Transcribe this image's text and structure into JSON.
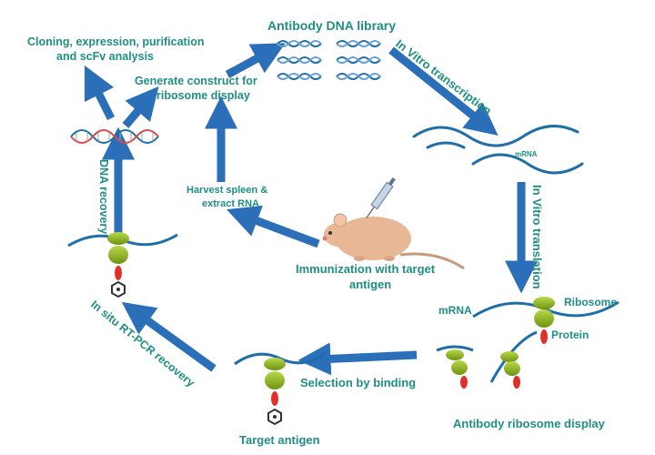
{
  "labels": {
    "antibody_library": "Antibody DNA library",
    "cloning_line1": "Cloning, expression, purification",
    "cloning_line2": "and scFv analysis",
    "generate_line1": "Generate construct  for",
    "generate_line2": "ribosome display",
    "in_vitro_transcription": "In Vitro transcription",
    "mrna_small": "mRNA",
    "in_vitro_translation": "In Vitro translation",
    "dna_recovery": "DNA recovery",
    "harvest_line1": "Harvest spleen &",
    "harvest_line2": "extract RNA",
    "immunization_line1": "Immunization with target",
    "immunization_line2": "antigen",
    "mrna": "mRNA",
    "ribosome": "Ribosome",
    "protein": "Protein",
    "rt_pcr": "In situ RT-PCR recovery",
    "selection": "Selection by binding",
    "target_antigen": "Target antigen",
    "antibody_display": "Antibody ribosome display"
  },
  "colors": {
    "text": "#1f8f82",
    "arrow": "#2b6fb8",
    "arrow_edge": "#1a4e8c",
    "strand": "#1e6fa8",
    "ribosome": "#8ab31c",
    "protein": "#e0302a",
    "mouse": "#e8b896"
  }
}
